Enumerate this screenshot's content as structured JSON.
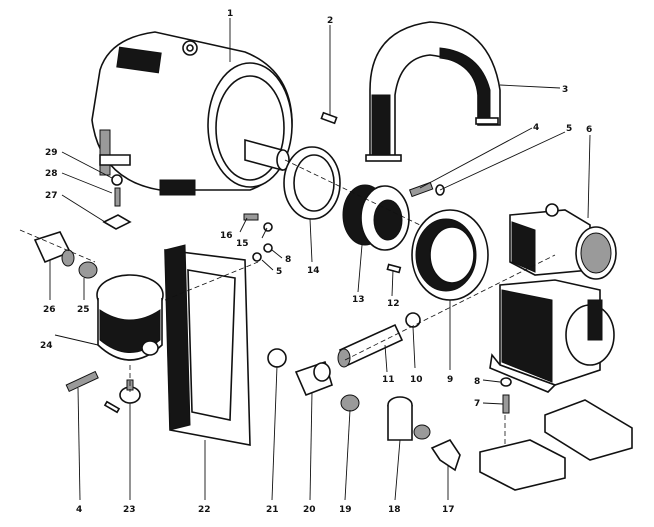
{
  "callouts": [
    "1",
    "2",
    "3",
    "4",
    "5",
    "6",
    "5",
    "8",
    "7",
    "4",
    "8",
    "9",
    "10",
    "11",
    "12",
    "13",
    "14",
    "15",
    "16",
    "17",
    "18",
    "19",
    "20",
    "21",
    "22",
    "23",
    "24",
    "25",
    "26",
    "27",
    "28",
    "29"
  ]
}
